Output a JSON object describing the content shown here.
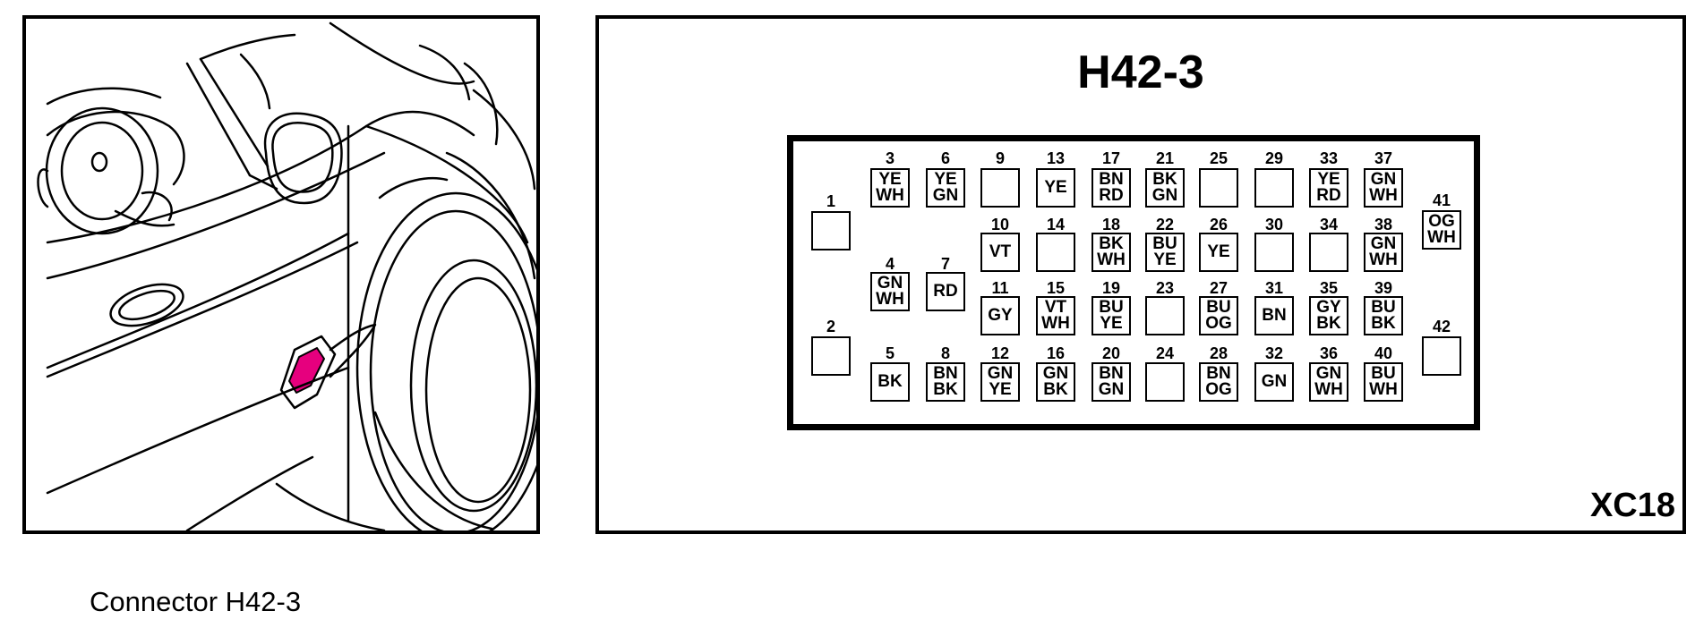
{
  "title": "H42-3",
  "reference": "XC18",
  "caption": "Connector H42-3",
  "highlight_color": "#e6007e",
  "left_illustration": "car-door-mirror-front-wheel-connector-location",
  "pins": [
    {
      "n": "1",
      "codes": []
    },
    {
      "n": "2",
      "codes": []
    },
    {
      "n": "3",
      "codes": [
        "YE",
        "WH"
      ]
    },
    {
      "n": "4",
      "codes": [
        "GN",
        "WH"
      ]
    },
    {
      "n": "5",
      "codes": [
        "BK"
      ]
    },
    {
      "n": "6",
      "codes": [
        "YE",
        "GN"
      ]
    },
    {
      "n": "7",
      "codes": [
        "RD"
      ]
    },
    {
      "n": "8",
      "codes": [
        "BN",
        "BK"
      ]
    },
    {
      "n": "9",
      "codes": []
    },
    {
      "n": "10",
      "codes": [
        "VT"
      ]
    },
    {
      "n": "11",
      "codes": [
        "GY"
      ]
    },
    {
      "n": "12",
      "codes": [
        "GN",
        "YE"
      ]
    },
    {
      "n": "13",
      "codes": [
        "YE"
      ]
    },
    {
      "n": "14",
      "codes": []
    },
    {
      "n": "15",
      "codes": [
        "VT",
        "WH"
      ]
    },
    {
      "n": "16",
      "codes": [
        "GN",
        "BK"
      ]
    },
    {
      "n": "17",
      "codes": [
        "BN",
        "RD"
      ]
    },
    {
      "n": "18",
      "codes": [
        "BK",
        "WH"
      ]
    },
    {
      "n": "19",
      "codes": [
        "BU",
        "YE"
      ]
    },
    {
      "n": "20",
      "codes": [
        "BN",
        "GN"
      ]
    },
    {
      "n": "21",
      "codes": [
        "BK",
        "GN"
      ]
    },
    {
      "n": "22",
      "codes": [
        "BU",
        "YE"
      ]
    },
    {
      "n": "23",
      "codes": []
    },
    {
      "n": "24",
      "codes": []
    },
    {
      "n": "25",
      "codes": []
    },
    {
      "n": "26",
      "codes": [
        "YE"
      ]
    },
    {
      "n": "27",
      "codes": [
        "BU",
        "OG"
      ]
    },
    {
      "n": "28",
      "codes": [
        "BN",
        "OG"
      ]
    },
    {
      "n": "29",
      "codes": []
    },
    {
      "n": "30",
      "codes": []
    },
    {
      "n": "31",
      "codes": [
        "BN"
      ]
    },
    {
      "n": "32",
      "codes": [
        "GN"
      ]
    },
    {
      "n": "33",
      "codes": [
        "YE",
        "RD"
      ]
    },
    {
      "n": "34",
      "codes": []
    },
    {
      "n": "35",
      "codes": [
        "GY",
        "BK"
      ]
    },
    {
      "n": "36",
      "codes": [
        "GN",
        "WH"
      ]
    },
    {
      "n": "37",
      "codes": [
        "GN",
        "WH"
      ]
    },
    {
      "n": "38",
      "codes": [
        "GN",
        "WH"
      ]
    },
    {
      "n": "39",
      "codes": [
        "BU",
        "BK"
      ]
    },
    {
      "n": "40",
      "codes": [
        "BU",
        "WH"
      ]
    },
    {
      "n": "41",
      "codes": [
        "OG",
        "WH"
      ]
    },
    {
      "n": "42",
      "codes": []
    }
  ]
}
